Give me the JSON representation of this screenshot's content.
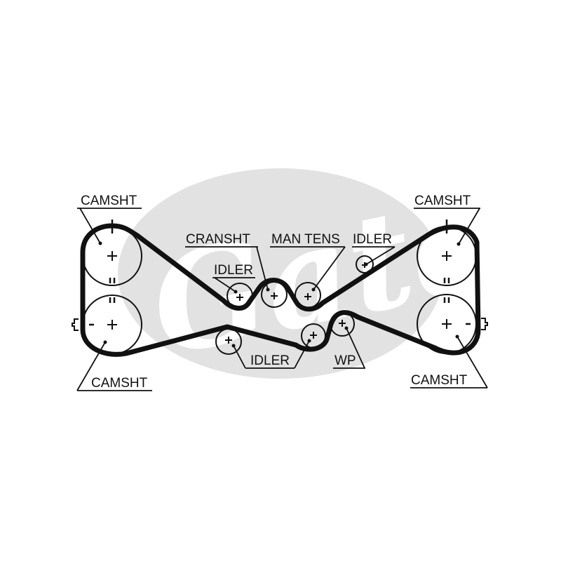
{
  "logo": {
    "text": "Gates",
    "registered_mark": "®",
    "color": "#e2e2e2"
  },
  "labels": {
    "camshaft_top_left": "CAMSHT",
    "camshaft_bottom_left": "CAMSHT",
    "camshaft_top_right": "CAMSHT",
    "camshaft_bottom_right": "CAMSHT",
    "crankshaft": "CRANSHT",
    "manual_tensioner": "MAN TENS",
    "idler_upper_left": "IDLER",
    "idler_upper_right": "IDLER",
    "idler_lower": "IDLER",
    "water_pump": "WP"
  },
  "colors": {
    "line": "#111111",
    "logo_background": "#e2e2e2"
  }
}
